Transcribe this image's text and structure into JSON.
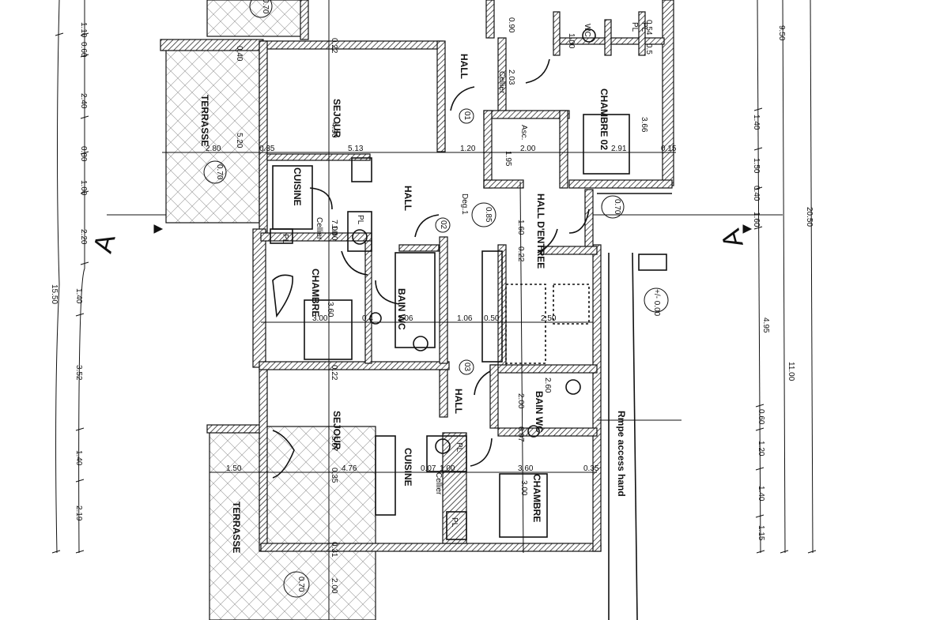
{
  "section_mark": "A",
  "rooms": {
    "sejour_top": "SEJOUR",
    "sejour_bottom": "SEJOUR",
    "terrasse_top": "TERRASSE",
    "terrasse_bottom": "TERRASSE",
    "cuisine_top": "CUISINE",
    "cuisine_bottom": "CUISINE",
    "hall_top": "HALL",
    "hall_center": "HALL",
    "hall_bottom": "HALL",
    "celliers": [
      "Cellier",
      "Cellier",
      "Cellier"
    ],
    "chambre_left": "CHAMBRE",
    "chambre_right_top": "CHAMBRE 02",
    "chambre_right_bottom": "CHAMBRE",
    "bain_wc_center": "BAIN WC",
    "bain_wc_right": "BAIN WC",
    "wc_top": "WC",
    "asc": "Asc.",
    "deg": "Deg.1",
    "hall_entree": "HALL D'ENTREE",
    "pl_labels": [
      "PL",
      "PL",
      "PL",
      "PL",
      "PL",
      "PL"
    ],
    "ramp": "Rmpe access hand"
  },
  "level_markers": [
    "0.70",
    "0.70",
    "0.70",
    "0.70",
    "0.85",
    "+/- 0.00"
  ],
  "door_tags": [
    "01",
    "02",
    "03"
  ],
  "dimensions": {
    "row_top": [
      "2.80",
      "5.13",
      "1.20",
      "1.95",
      "2.00",
      "2.91",
      "0.15",
      "5.20",
      "0.35"
    ],
    "row_mid": [
      "3.00",
      "2.06",
      "1.06",
      "0.50",
      "2.50",
      "3.60",
      "0.4"
    ],
    "row_bottom": [
      "1.50",
      "4.76",
      "0.07",
      "1.00",
      "3.60",
      "3.00",
      "0.35"
    ],
    "vertical_inner": [
      "4.90",
      "5.07",
      "2.00",
      "2.03",
      "0.90",
      "3.66",
      "1.60",
      "0.22",
      "2.60",
      "2.00",
      "0.07",
      "7.00",
      "0.35",
      "0.31",
      "0.22",
      "0.22",
      "0.40",
      "1.00",
      "0.54",
      "0.5",
      "1.00"
    ],
    "left_chain_a": [
      "1.10",
      "0.60",
      "2.40",
      "0.80",
      "1.00",
      "2.20",
      "1.40",
      "3.52",
      "1.40",
      "2.19"
    ],
    "left_total": "15.50",
    "right_chain_a": [
      "1.40",
      "1.50",
      "0.40",
      "1.60",
      "4.95",
      "0.60",
      "1.20",
      "1.40",
      "1.15"
    ],
    "right_mid": [
      "9.50",
      "11.00"
    ],
    "right_total": "20.50"
  },
  "colors": {
    "ink": "#111111",
    "paper": "#ffffff"
  }
}
